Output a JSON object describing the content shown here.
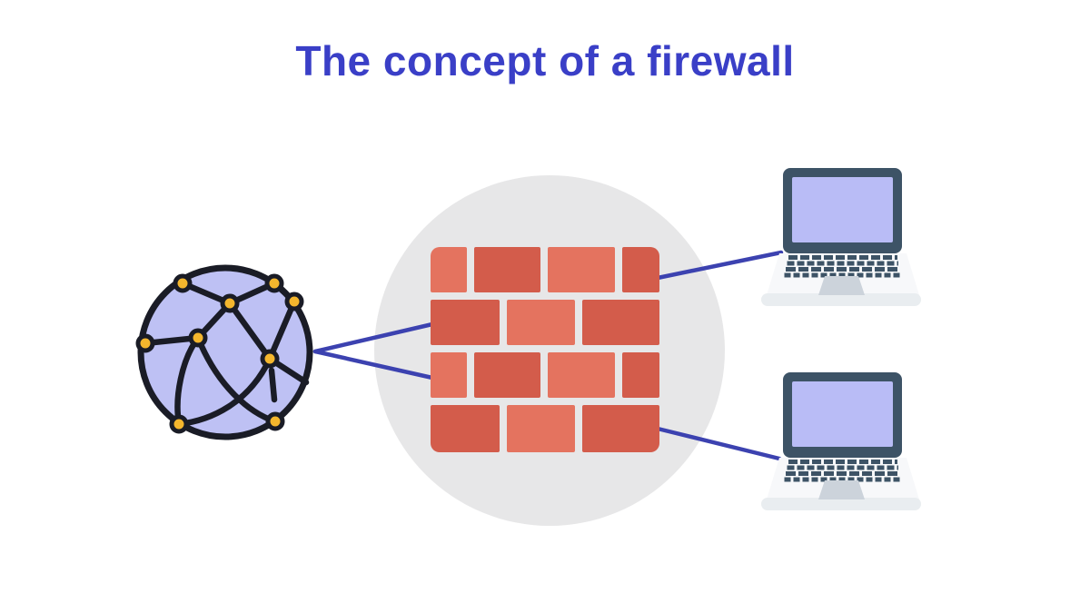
{
  "title": {
    "text": "The concept of a firewall",
    "color": "#3a3fc7"
  },
  "diagram": {
    "internet_globe": {
      "icon": "network-globe-icon",
      "fill_color": "#bec1f4",
      "node_color": "#f4b62d",
      "outline_color": "#1a1c26",
      "node_count": 9
    },
    "firewall": {
      "icon": "brick-wall-icon",
      "halo_color": "#e7e7e8",
      "brick_light_color": "#e4735f",
      "brick_dark_color": "#d35c4b",
      "rows": 4,
      "brick_count": 14
    },
    "clients": {
      "icon": "laptop-icon",
      "count": 2,
      "screen_color": "#b9bcf6",
      "bezel_color": "#3d5366",
      "body_color": "#f7f8fa"
    },
    "connections": {
      "line_color": "#3c42b0",
      "links": [
        {
          "from": "internet-globe",
          "to": "firewall-left-upper"
        },
        {
          "from": "internet-globe",
          "to": "firewall-left-lower"
        },
        {
          "from": "firewall-right-upper",
          "to": "laptop-top"
        },
        {
          "from": "firewall-right-lower",
          "to": "laptop-bottom"
        }
      ]
    }
  }
}
